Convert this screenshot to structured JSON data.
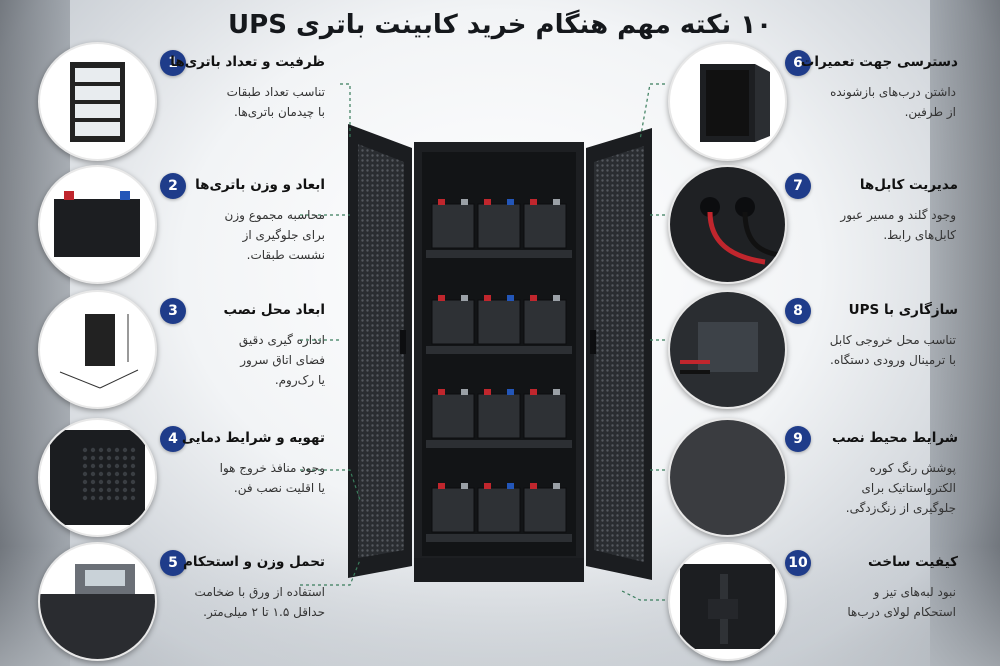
{
  "title": "۱۰ نکته مهم هنگام خرید کابینت باتری UPS",
  "tips": [
    {
      "number": "1",
      "title": "ظرفیت و تعداد باتری‌ها",
      "description": "تناسب تعداد طبقات\nبا چیدمان باتری‌ها."
    },
    {
      "number": "2",
      "title": "ابعاد و وزن باتری‌ها",
      "description": "محاسبه مجموع وزن\nبرای جلوگیری از\nنشست طبقات."
    },
    {
      "number": "3",
      "title": "ابعاد محل نصب",
      "description": "اندازه گیری دقیق\nفضای اتاق سرور\nیا رک‌روم."
    },
    {
      "number": "4",
      "title": "تهویه و شرایط دمایی",
      "description": "وجود منافذ خروج هوا\nیا اقلیت نصب فن."
    },
    {
      "number": "5",
      "title": "تحمل وزن و استحکام",
      "description": "استفاده از ورق با ضخامت\nحداقل ۱.۵ تا ۲ میلی‌متر."
    },
    {
      "number": "6",
      "title": "دسترسی جهت تعمیرات",
      "description": "داشتن درب‌های بازشونده\nاز طرفین."
    },
    {
      "number": "7",
      "title": "مدیریت کابل‌ها",
      "description": "وجود گلند و مسیر عبور\nکابل‌های رابط."
    },
    {
      "number": "8",
      "title": "سازگاری با UPS",
      "description": "تناسب محل خروجی کابل\nبا ترمینال ورودی دستگاه."
    },
    {
      "number": "9",
      "title": "شرایط محیط نصب",
      "description": "پوشش رنگ کوره\nالکترواستاتیک برای\nجلوگیری از زنگ‌زدگی."
    },
    {
      "number": "10",
      "title": "کیفیت ساخت",
      "description": "نبود لبه‌های تیز و\nاستحکام لولای درب‌ها"
    }
  ],
  "thumb_icons": [
    "shelf-rack-icon",
    "battery-icon",
    "dimensions-icon",
    "ventilation-fan-icon",
    "caliper-icon",
    "open-cabinet-icon",
    "cable-gland-icon",
    "terminal-connector-icon",
    "powder-coat-texture-icon",
    "hinge-corner-icon"
  ],
  "colors": {
    "badge": "#1f3c8a",
    "cabinet": "#1b1d20",
    "title": "#15181c"
  }
}
